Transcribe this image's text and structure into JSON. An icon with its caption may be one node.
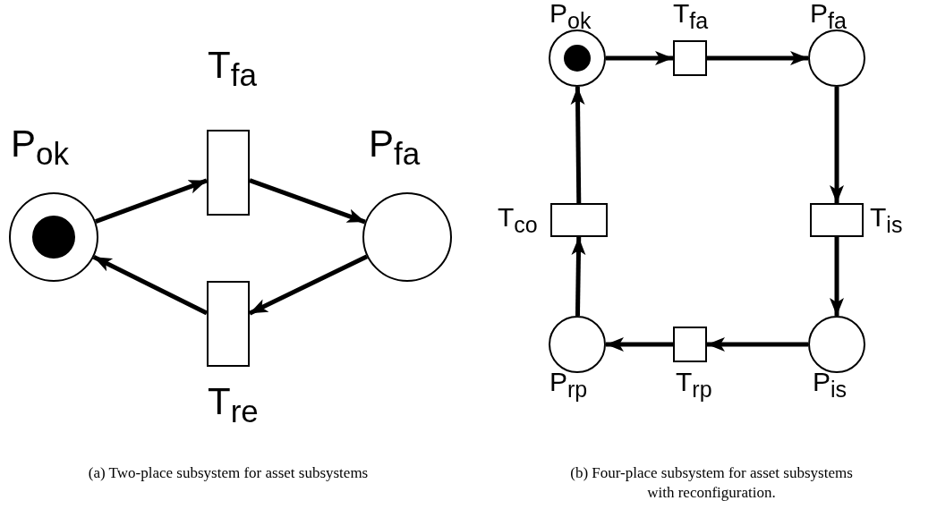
{
  "diagram": {
    "nodes": [
      {
        "text": [],
        "shape": "circle",
        "beside": [
          "P$_{ok}$"
        ]
      },
      {
        "text": [],
        "shape": "circle",
        "in": 0
      },
      {
        "text": [],
        "shape": "box",
        "beside": [
          "T$_{fa}$"
        ]
      },
      {
        "text": [],
        "shape": "circle",
        "beside": [
          "P$_{fa}$"
        ]
      },
      {
        "text": [],
        "shape": "box",
        "beside": [
          "T$_{re}$"
        ]
      },
      {
        "text": [],
        "shape": "circle",
        "beside": [
          "P$_{ok}$"
        ]
      },
      {
        "text": [],
        "shape": "circle",
        "in": 5
      },
      {
        "text": [],
        "shape": "box",
        "beside": [
          "T$_{fa}$"
        ]
      },
      {
        "text": [],
        "shape": "circle",
        "beside": [
          "P$_{fa}$"
        ]
      },
      {
        "text": [],
        "shape": "box",
        "beside": [
          "T$_{is}$"
        ]
      },
      {
        "text": [],
        "shape": "circle",
        "beside": [
          "P$_{is}$"
        ]
      },
      {
        "text": [],
        "shape": "box",
        "beside": [
          "T$_{rp}$"
        ]
      },
      {
        "text": [],
        "shape": "circle",
        "beside": [
          "P$_{rp}$"
        ]
      },
      {
        "text": [],
        "shape": "box",
        "beside": [
          "T$_{co}$"
        ]
      }
    ],
    "edges": [
      {
        "from": 0,
        "to": 2,
        "arrow": "to"
      },
      {
        "from": 2,
        "to": 3,
        "arrow": "to"
      },
      {
        "from": 3,
        "to": 4,
        "arrow": "to"
      },
      {
        "from": 4,
        "to": 0,
        "arrow": "to"
      },
      {
        "from": 5,
        "to": 7,
        "arrow": "to"
      },
      {
        "from": 7,
        "to": 8,
        "arrow": "to"
      },
      {
        "from": 8,
        "to": 9,
        "arrow": "to"
      },
      {
        "from": 9,
        "to": 10,
        "arrow": "to"
      },
      {
        "from": 10,
        "to": 11,
        "arrow": "to"
      },
      {
        "from": 11,
        "to": 12,
        "arrow": "to"
      },
      {
        "from": 12,
        "to": 13,
        "arrow": "to"
      },
      {
        "from": 13,
        "to": 5,
        "arrow": "to"
      }
    ],
    "labels": [
      "(a) Two-place subsystem for asset subsystems",
      "(b) Four-place subsystem for asset subsystems with reconfiguration."
    ]
  }
}
